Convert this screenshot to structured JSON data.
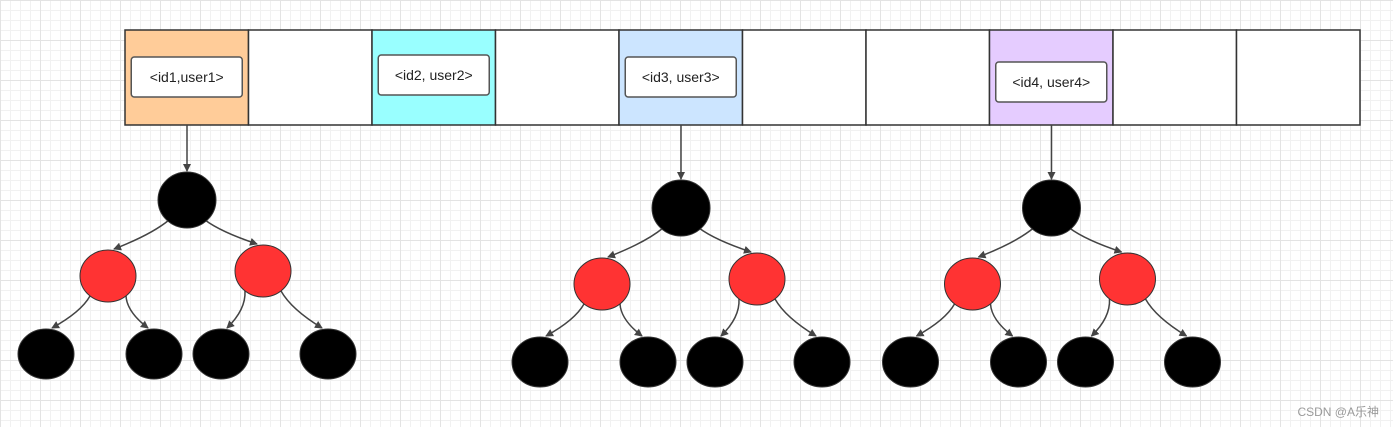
{
  "diagram": {
    "bucket_count": 10,
    "colors": {
      "bucket_border": "#333333",
      "bucket_fill": "#ffffff",
      "entry_box_border": "#555555",
      "black_node": "#000000",
      "red_node": "#ff3333",
      "edge": "#444444",
      "bucket_highlights": [
        "#ffcc99",
        "#99ffff",
        "#cce5ff",
        "#e5ccff"
      ]
    },
    "entries": [
      {
        "bucket": 0,
        "label": "<id1,user1>"
      },
      {
        "bucket": 2,
        "label": "<id2, user2>"
      },
      {
        "bucket": 4,
        "label": "<id3, user3>"
      },
      {
        "bucket": 7,
        "label": "<id4, user4>"
      }
    ],
    "trees": [
      {
        "bucket": 0,
        "node_colors": [
          "black",
          "red",
          "red",
          "black",
          "black",
          "black",
          "black"
        ]
      },
      {
        "bucket": 4,
        "node_colors": [
          "black",
          "red",
          "red",
          "black",
          "black",
          "black",
          "black"
        ]
      },
      {
        "bucket": 7,
        "node_colors": [
          "black",
          "red",
          "red",
          "black",
          "black",
          "black",
          "black"
        ]
      }
    ]
  },
  "watermark": "CSDN @A乐神"
}
